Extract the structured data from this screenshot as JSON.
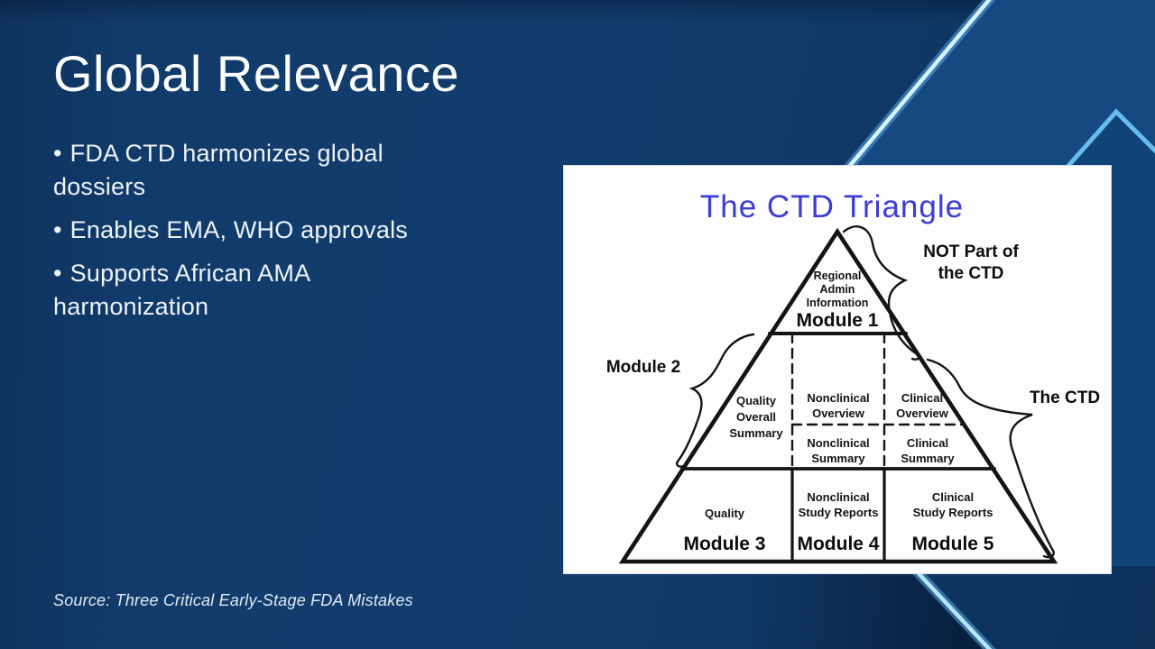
{
  "slide": {
    "title": "Global Relevance",
    "bullet_char": "•",
    "bullets": [
      "FDA CTD harmonizes global dossiers",
      "Enables EMA, WHO approvals",
      "Supports African AMA harmonization"
    ],
    "source": "Source: Three Critical Early-Stage FDA Mistakes"
  },
  "diagram": {
    "title": "The CTD Triangle",
    "not_part_line1": "NOT Part of",
    "not_part_line2": "the CTD",
    "module2_label": "Module 2",
    "the_ctd_label": "The CTD",
    "module1": {
      "line1": "Regional",
      "line2": "Admin",
      "line3": "Information",
      "label": "Module 1"
    },
    "qos": {
      "line1": "Quality",
      "line2": "Overall",
      "line3": "Summary"
    },
    "nonclinical_overview": {
      "line1": "Nonclinical",
      "line2": "Overview"
    },
    "clinical_overview": {
      "line1": "Clinical",
      "line2": "Overview"
    },
    "nonclinical_summary": {
      "line1": "Nonclinical",
      "line2": "Summary"
    },
    "clinical_summary": {
      "line1": "Clinical",
      "line2": "Summary"
    },
    "quality": "Quality",
    "module3": "Module 3",
    "nonclinical_study": {
      "line1": "Nonclinical",
      "line2": "Study Reports"
    },
    "module4": "Module 4",
    "clinical_study": {
      "line1": "Clinical",
      "line2": "Study Reports"
    },
    "module5": "Module 5"
  },
  "colors": {
    "background_navy": "#113d6e",
    "background_dark": "#0c3058",
    "corner_light_panel": "#15497f",
    "accent_line_core": "#d6f1fd",
    "accent_line_glow": "#5aafeb",
    "chevron_line": "#66bdf0",
    "diagram_title_blue": "#3c3cd6",
    "diagram_ink": "#141414",
    "text_white": "#fbfdff"
  }
}
